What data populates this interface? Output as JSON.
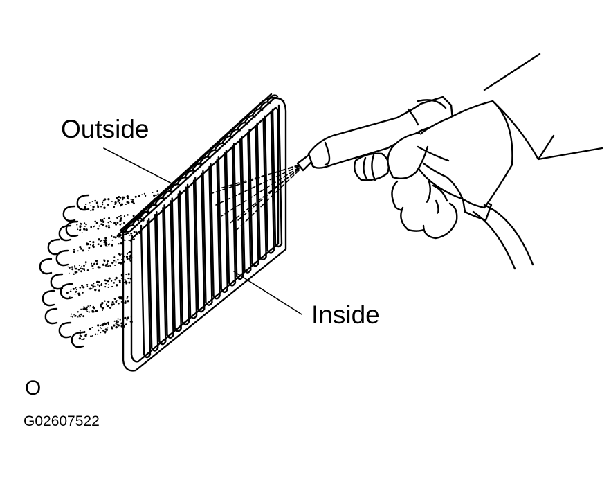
{
  "labels": {
    "outside": "Outside",
    "inside": "Inside",
    "mark": "O",
    "code": "G02607522"
  },
  "colors": {
    "ink": "#000000",
    "paper": "#ffffff"
  }
}
